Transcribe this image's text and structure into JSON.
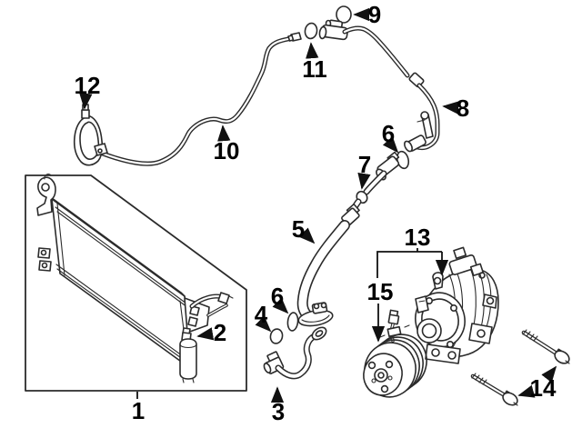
{
  "diagram": {
    "background_color": "#ffffff",
    "line_color": "#2b2b2b",
    "label_color": "#000000",
    "callouts": {
      "c1": "1",
      "c2": "2",
      "c3": "3",
      "c4": "4",
      "c5": "5",
      "c6_upper": "6",
      "c6_lower": "6",
      "c7": "7",
      "c8": "8",
      "c9": "9",
      "c10": "10",
      "c11": "11",
      "c12": "12",
      "c13": "13",
      "c14": "14",
      "c15": "15"
    }
  }
}
